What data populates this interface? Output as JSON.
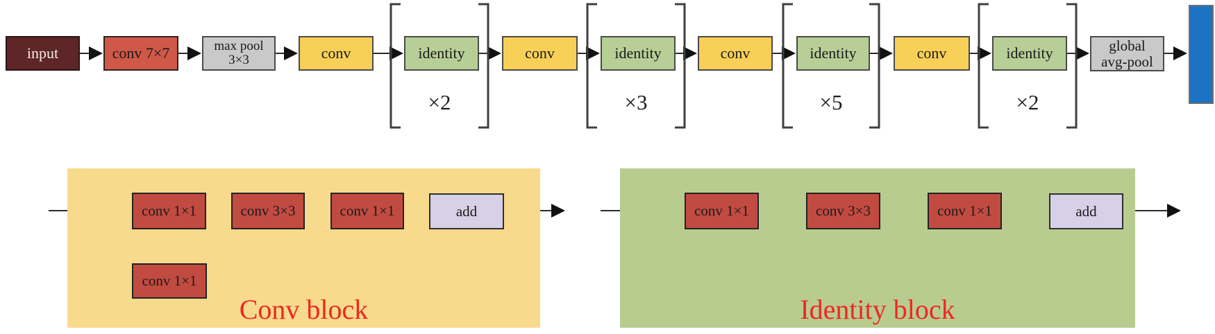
{
  "figure": {
    "description": "ResNet architecture diagram with conv and identity blocks"
  },
  "colors": {
    "input_box": "#5e2626",
    "conv7_box": "#d05848",
    "conv_box": "#f8d058",
    "identity_box": "#b7cf97",
    "pool_box": "#c9c9c9",
    "output_bar": "#1d73c1",
    "block_conv_box": "#c24b41",
    "add_box": "#d7d1e7",
    "conv_block_bg": "#f8da8c",
    "identity_block_bg": "#b9cc90",
    "block_title_text": "#ee2722",
    "wire": "#2a2a2a"
  },
  "pipeline": {
    "stages": [
      {
        "id": "input",
        "label": "input"
      },
      {
        "id": "conv7x7",
        "label": "conv 7×7"
      },
      {
        "id": "maxpool",
        "label": "max pool",
        "label2": "3×3"
      },
      {
        "id": "conv-1",
        "label": "conv"
      },
      {
        "id": "identity-1",
        "label": "identity",
        "repeat": "×2"
      },
      {
        "id": "conv-2",
        "label": "conv"
      },
      {
        "id": "identity-2",
        "label": "identity",
        "repeat": "×3"
      },
      {
        "id": "conv-3",
        "label": "conv"
      },
      {
        "id": "identity-3",
        "label": "identity",
        "repeat": "×5"
      },
      {
        "id": "conv-4",
        "label": "conv"
      },
      {
        "id": "identity-4",
        "label": "identity",
        "repeat": "×2"
      },
      {
        "id": "global-avg-pool",
        "label": "global",
        "label2": "avg-pool"
      },
      {
        "id": "output-bar"
      }
    ]
  },
  "conv_block": {
    "title": "Conv block",
    "main_path": [
      "conv 1×1",
      "conv 3×3",
      "conv 1×1",
      "add"
    ],
    "shortcut": "conv 1×1"
  },
  "identity_block": {
    "title": "Identity block",
    "main_path": [
      "conv 1×1",
      "conv 3×3",
      "conv 1×1",
      "add"
    ]
  }
}
